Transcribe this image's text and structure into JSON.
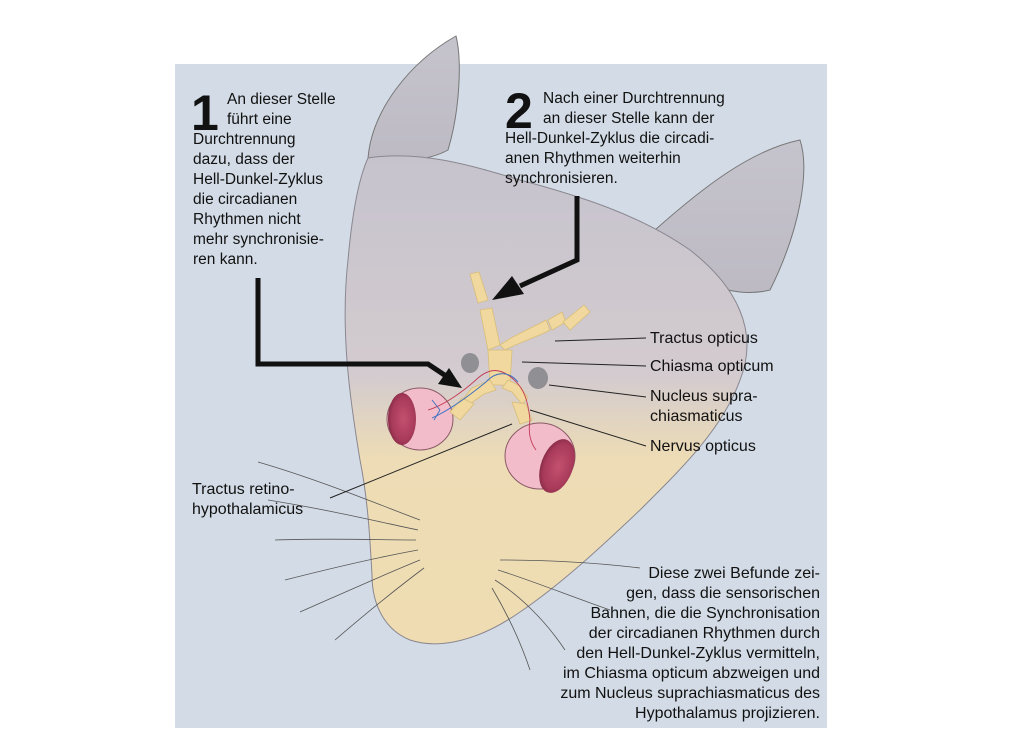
{
  "annotation1": {
    "number": "1",
    "text": "An dieser Stelle\nführt eine\nDurchtrennung\ndazu, dass der\nHell-Dunkel-Zyklus\ndie circadianen\nRhythmen nicht\nmehr synchronisie-\nren kann."
  },
  "annotation2": {
    "number": "2",
    "text": "Nach einer Durchtrennung\nan dieser Stelle kann der\nHell-Dunkel-Zyklus die circadi-\nanen Rhythmen weiterhin\nsynchronisieren."
  },
  "labels": {
    "tractus_opticus": "Tractus opticus",
    "chiasma_opticum": "Chiasma opticum",
    "nucleus": "Nucleus supra-\nchiasmaticus",
    "nervus_opticus": "Nervus opticus",
    "tractus_retino": "Tractus retino-\nhypothalamicus"
  },
  "conclusion": "Diese zwei Befunde zei-\ngen, dass die sensorischen\nBahnen, die die Synchronisation\nder circadianen Rhythmen durch\nden Hell-Dunkel-Zyklus vermitteln,\nim Chiasma opticum abzweigen und\nzum Nucleus suprachiasmaticus des\nHypothalamus projizieren.",
  "colors": {
    "panel": "#d3dce6",
    "head": "#c9c6cf",
    "snout": "#efdcb4",
    "eye": "#f2bccb",
    "eye_dark": "#c0506f",
    "optic_path": "#f0d89e",
    "nucleus": "#8f8f94",
    "arrow": "#111111"
  }
}
